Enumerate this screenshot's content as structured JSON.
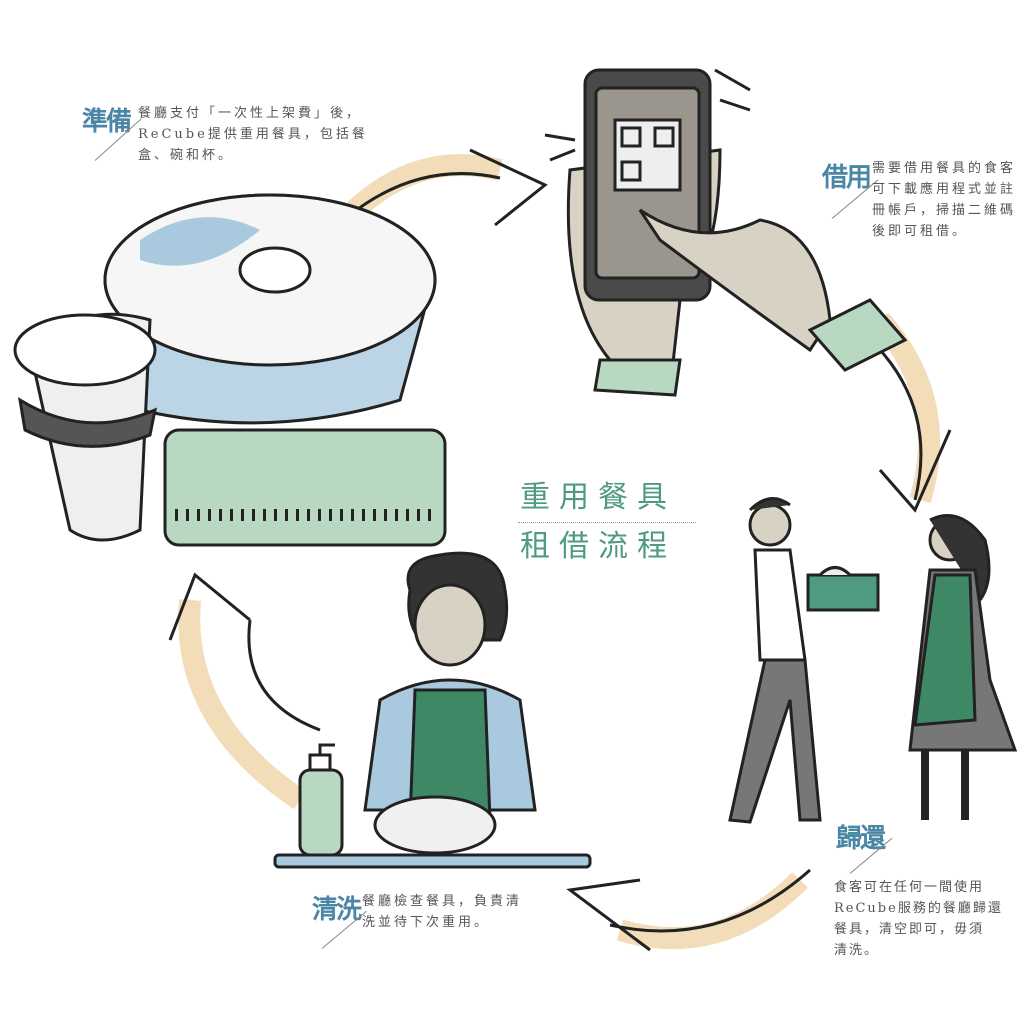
{
  "center": {
    "line1": "重用餐具",
    "line2": "租借流程"
  },
  "steps": {
    "prepare": {
      "title": "準備",
      "lines": [
        "餐廳支付「一次性上架費」後，",
        "ReCube提供重用餐具，包括餐",
        "盒、碗和杯。"
      ]
    },
    "borrow": {
      "title": "借用",
      "lines": [
        "需要借用餐具的食客",
        "可下載應用程式並註",
        "冊帳戶，掃描二維碼",
        "後即可租借。"
      ]
    },
    "return": {
      "title": "歸還",
      "lines": [
        "食客可在任何一間使用",
        "ReCube服務的餐廳歸還",
        "餐具，清空即可，毋須",
        "清洗。"
      ]
    },
    "wash": {
      "title": "清洗",
      "lines": [
        "餐廳檢查餐具，負責清",
        "洗並待下次重用。"
      ]
    }
  },
  "colors": {
    "accent_blue": "#4a86a6",
    "accent_green": "#4f9a82",
    "arrow_fill": "#f3dcb8",
    "outline": "#2a2a2a"
  }
}
